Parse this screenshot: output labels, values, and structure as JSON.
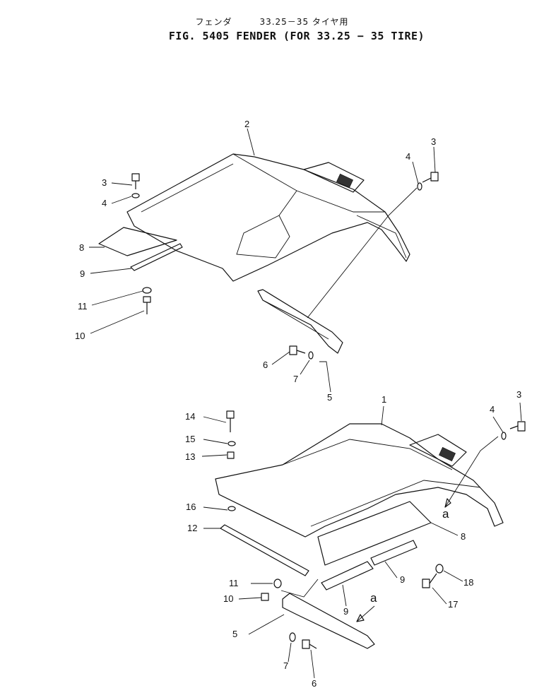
{
  "title": {
    "japanese": "フェンダ　　　33.25－35 タイヤ用",
    "english": "FIG. 5405  FENDER (FOR 33.25 − 35 TIRE)"
  },
  "callouts": {
    "upper": [
      "2",
      "3",
      "4",
      "4",
      "3",
      "8",
      "9",
      "11",
      "10",
      "6",
      "7",
      "5"
    ],
    "lower": [
      "1",
      "3",
      "4",
      "14",
      "15",
      "13",
      "16",
      "12",
      "8",
      "11",
      "10",
      "9",
      "9",
      "18",
      "17",
      "5",
      "7",
      "6"
    ],
    "view_marks": [
      "a",
      "a"
    ]
  }
}
